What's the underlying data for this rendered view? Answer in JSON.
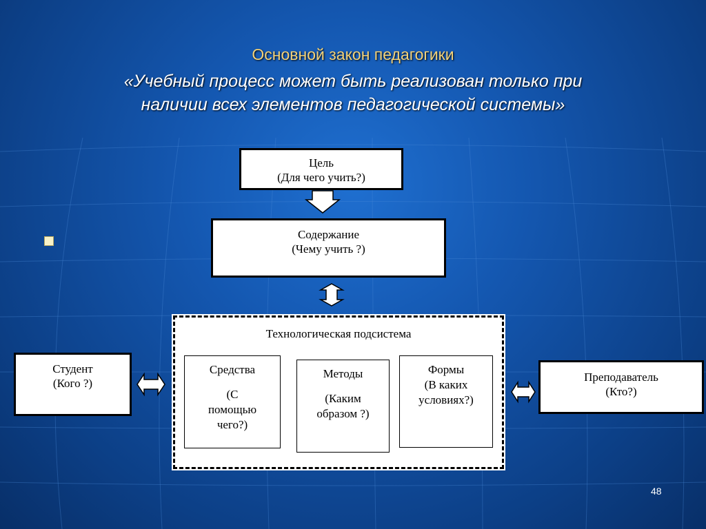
{
  "title": {
    "line1": "Основной закон педагогики",
    "line2": "«Учебный процесс может   быть реализован только при",
    "line3": "наличии всех элементов  педагогической  системы»"
  },
  "boxes": {
    "goal": {
      "line1": "Цель",
      "line2": "(Для чего учить?)"
    },
    "content": {
      "line1": "Содержание",
      "line2": "(Чему учить ?)"
    },
    "technology": {
      "label": "Технологическая подсистема"
    },
    "means": {
      "line1": "Средства",
      "line2": "(С",
      "line3": "помощью",
      "line4": "чего?)"
    },
    "methods": {
      "line1": "Методы",
      "line2": "(Каким",
      "line3": "образом ?)"
    },
    "forms": {
      "line1": "Формы",
      "line2": "(В каких",
      "line3": "условиях?)"
    },
    "student": {
      "line1": "Студент",
      "line2": "(Кого ?)"
    },
    "teacher": {
      "line1": "Преподаватель",
      "line2": "(Кто?)"
    }
  },
  "page_number": "48",
  "colors": {
    "title_accent": "#f2d27a",
    "background": "#1457b0",
    "box_fill": "#ffffff"
  }
}
